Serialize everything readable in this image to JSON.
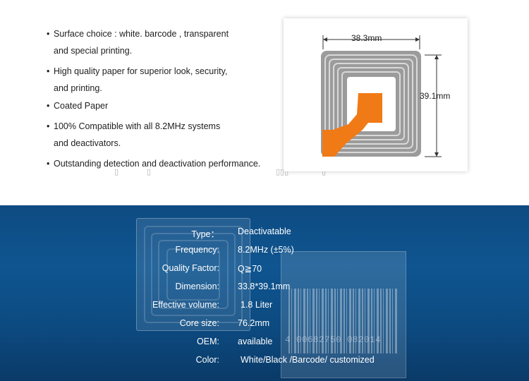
{
  "features": [
    {
      "line1": "Surface choice : white. barcode , transparent",
      "line2": "and special printing."
    },
    {
      "line1": "High quality paper for superior look, security,",
      "line2": "and printing."
    },
    {
      "line1": "Coated Paper",
      "line2": ""
    },
    {
      "line1": "100% Compatible with all 8.2MHz systems",
      "line2": "and deactivators."
    },
    {
      "line1": "Outstanding detection and deactivation performance.",
      "line2": ""
    }
  ],
  "diagram": {
    "width_label": "38.3mm",
    "height_label": "39.1mm"
  },
  "specs": [
    {
      "label": "Type：",
      "value": "Deactivatable"
    },
    {
      "label": "Frequency:",
      "value": "8.2MHz (±5%)"
    },
    {
      "label": "Quality Factor:",
      "value": "Q≧70"
    },
    {
      "label": "Dimension:",
      "value": "33.8*39.1mm"
    },
    {
      "label": "Effective volume:",
      "value": "1.8 Liter"
    },
    {
      "label": "Core size:",
      "value": "76.2mm"
    },
    {
      "label": "OEM:",
      "value": "available"
    },
    {
      "label": "Color:",
      "value": "White/Black /Barcode/ customized"
    }
  ],
  "barcode_text": "4 00682750 082014",
  "colors": {
    "accent_orange": "#f07a16",
    "coil_gray": "#9b9b9b",
    "panel_blue": "#0f5590"
  }
}
